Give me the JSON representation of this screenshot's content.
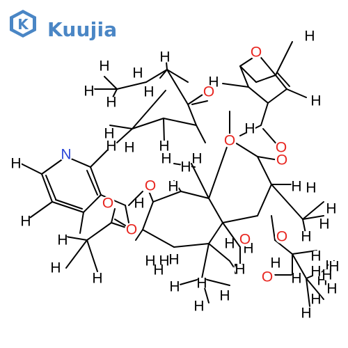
{
  "brand": {
    "name": "Kuujia",
    "logo_letter": "K",
    "color": "#4a86c5"
  },
  "colors": {
    "bond": "#000000",
    "H": "#000000",
    "O": "#e8251f",
    "N": "#2b46d8"
  },
  "molecule": {
    "atom_labels": [
      "O",
      "H",
      "H",
      "H",
      "H",
      "H",
      "H",
      "H",
      "H",
      "H",
      "O",
      "H",
      "O",
      "O",
      "H",
      "H",
      "H",
      "H",
      "N",
      "H",
      "H",
      "H",
      "H",
      "O",
      "O",
      "H",
      "H",
      "H",
      "H",
      "H",
      "H",
      "O",
      "H",
      "H",
      "H",
      "O",
      "O",
      "H",
      "H",
      "H",
      "H",
      "H",
      "H",
      "H",
      "H",
      "H",
      "H",
      "H",
      "H",
      "H",
      "H",
      "H",
      "O",
      "O",
      "H",
      "O",
      "H",
      "H",
      "H",
      "H",
      "H",
      "H",
      "H",
      "H",
      "H"
    ]
  }
}
